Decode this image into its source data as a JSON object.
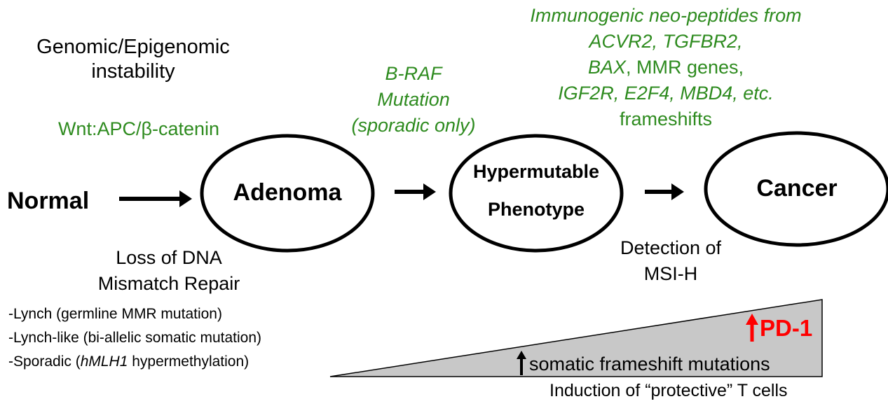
{
  "colors": {
    "green": "#2e8b1f",
    "red": "#ff0000",
    "triangle_fill": "#c8c8c8",
    "black": "#000000"
  },
  "labels": {
    "genomic_line1": "Genomic/Epigenomic",
    "genomic_line2": "instability",
    "wnt": "Wnt:APC/β-catenin",
    "normal": "Normal",
    "adenoma": "Adenoma",
    "braf_line1": "B-RAF",
    "braf_line2": "Mutation",
    "braf_line3": "(sporadic only)",
    "hyper_line1": "Hypermutable",
    "hyper_line2": "Phenotype",
    "cancer": "Cancer",
    "neo_line1": "Immunogenic neo-peptides from",
    "neo_line2": "ACVR2, TGFBR2,",
    "neo_line3_it": "BAX",
    "neo_line3_rest": ", MMR genes,",
    "neo_line4": "IGF2R, E2F4, MBD4, etc.",
    "neo_line5": "frameshifts",
    "loss_line1": "Loss of DNA",
    "loss_line2": "Mismatch Repair",
    "lynch": "-Lynch (germline MMR mutation)",
    "lynch_like": "-Lynch-like (bi-allelic somatic mutation)",
    "sporadic_pre": "-Sporadic (",
    "sporadic_it": "hMLH1",
    "sporadic_post": " hypermethylation)",
    "detection_line1": "Detection of",
    "detection_line2": "MSI-H",
    "pd1": "PD-1",
    "somatic": "somatic frameshift mutations",
    "induction": "Induction of “protective” T cells"
  },
  "icons": [
    "right-arrow-icon",
    "up-arrow-icon"
  ]
}
